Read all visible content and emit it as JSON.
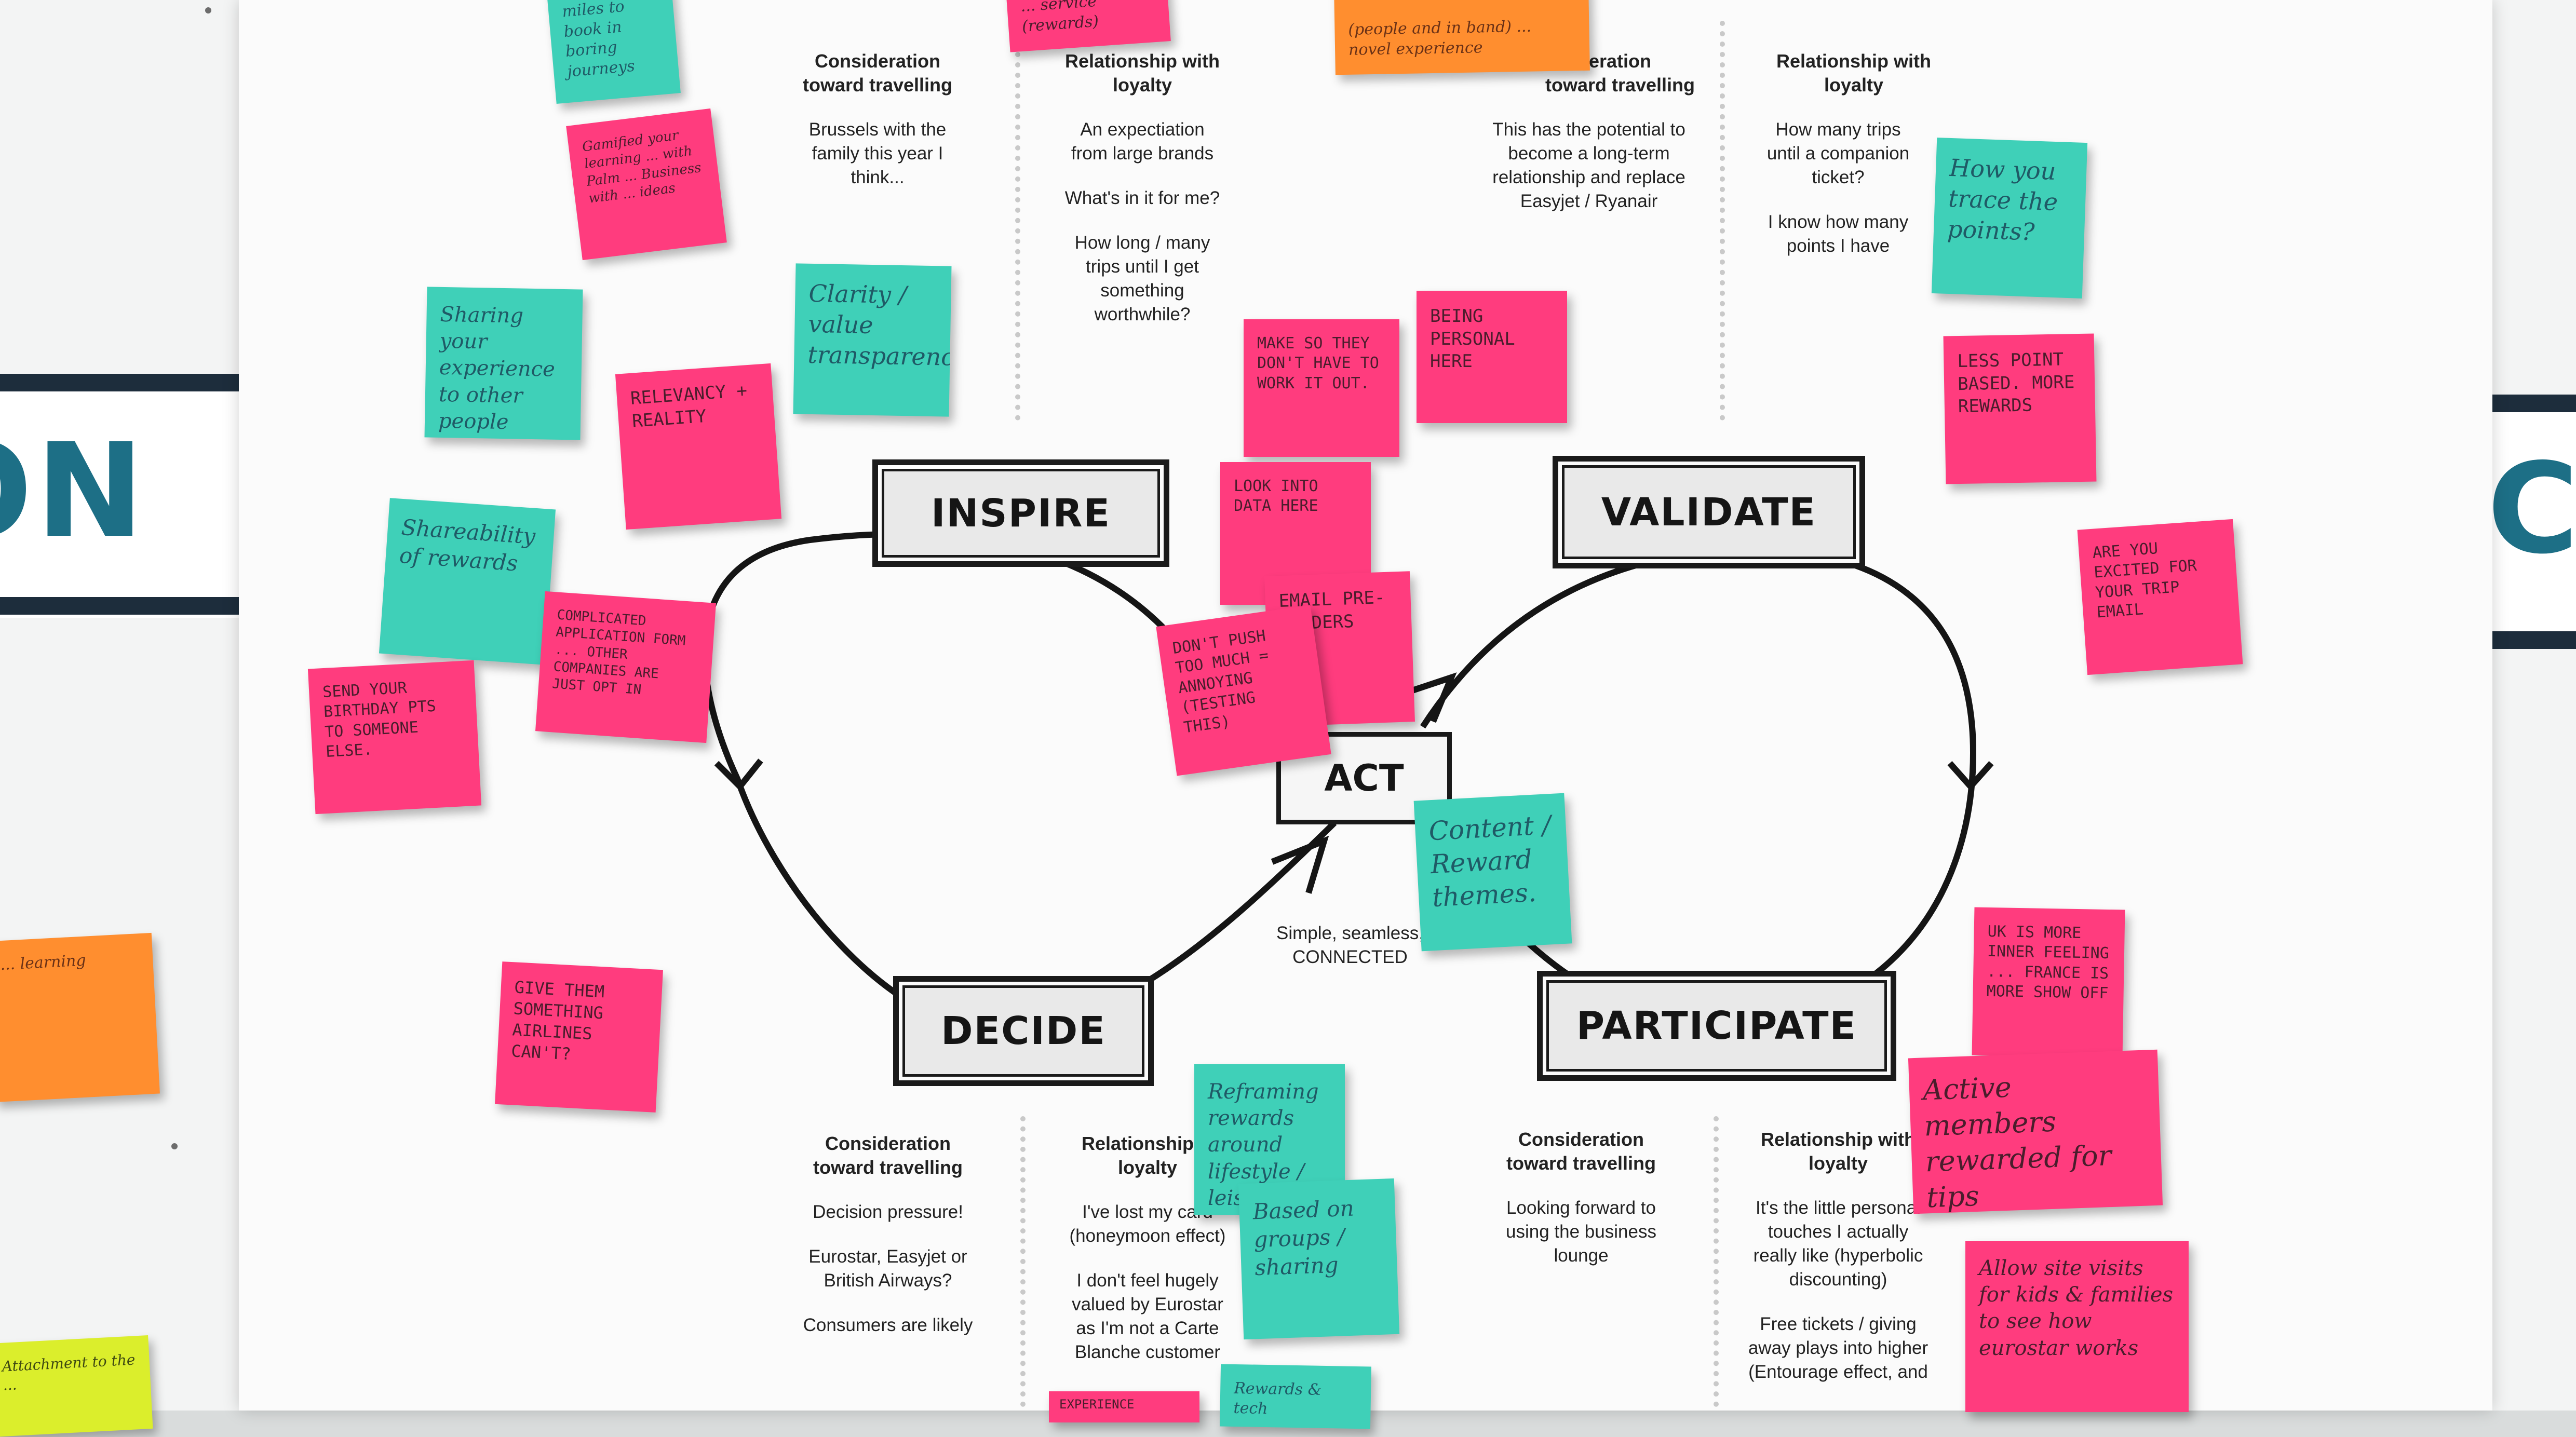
{
  "banners": {
    "left_text": "ON",
    "right_text": "C"
  },
  "stages": {
    "inspire": "INSPIRE",
    "validate": "VALIDATE",
    "decide": "DECIDE",
    "participate": "PARTICIPATE",
    "act": "ACT"
  },
  "center_caption": [
    "Simple, seamless,",
    "CONNECTED"
  ],
  "columns": {
    "top_1": {
      "title": [
        "Consideration",
        "toward travelling"
      ],
      "lines": [
        [
          "Brussels with the",
          "family this year I",
          "think..."
        ]
      ]
    },
    "top_2": {
      "title": [
        "Relationship with",
        "loyalty"
      ],
      "lines": [
        [
          "An expectiation",
          "from large brands"
        ],
        [
          "What's in it for me?"
        ],
        [
          "How long / many",
          "trips until I get",
          "something",
          "worthwhile?"
        ]
      ]
    },
    "top_3": {
      "title": [
        "eration",
        "toward travelling"
      ],
      "lines": [
        [
          "This has the potential to",
          "become a long-term",
          "relationship and replace",
          "Easyjet / Ryanair"
        ]
      ]
    },
    "top_4": {
      "title": [
        "Relationship with",
        "loyalty"
      ],
      "lines": [
        [
          "How many trips",
          "until a companion",
          "ticket?"
        ],
        [
          "I know how many",
          "points I have"
        ]
      ]
    },
    "bottom_1": {
      "title": [
        "Consideration",
        "toward travelling"
      ],
      "lines": [
        [
          "Decision pressure!"
        ],
        [
          "Eurostar, Easyjet or",
          "British Airways?"
        ],
        [
          "Consumers are likely"
        ]
      ]
    },
    "bottom_2": {
      "title": [
        "Relationship w",
        "loyalty"
      ],
      "lines": [
        [
          "I've lost my card",
          "(honeymoon effect)"
        ],
        [
          "I don't feel hugely",
          "valued by Eurostar",
          "as I'm not a Carte",
          "Blanche customer"
        ]
      ]
    },
    "bottom_3": {
      "title": [
        "Consideration",
        "toward travelling"
      ],
      "lines": [
        [
          "Looking forward to",
          "using the business",
          "lounge"
        ]
      ]
    },
    "bottom_4": {
      "title": [
        "Relationship with",
        "loyalty"
      ],
      "lines": [
        [
          "It's the little personal",
          "touches I actually",
          "really like (hyperbolic",
          "discounting)"
        ],
        [
          "Free tickets / giving",
          "away plays into higher",
          "(Entourage effect, and"
        ]
      ]
    }
  },
  "notes": [
    {
      "id": "teal-top-left",
      "color": "teal",
      "text": "Gather miles to book in boring journeys"
    },
    {
      "id": "pink-top-center",
      "color": "pink",
      "text": "... service (rewards)"
    },
    {
      "id": "orange-top",
      "color": "orange",
      "text": "(people and in band) ... novel experience"
    },
    {
      "id": "pink-likes",
      "color": "pink",
      "text": "Gamified your learning ... with Palm ... Business with ... ideas"
    },
    {
      "id": "teal-clarity",
      "color": "teal",
      "text": "Clarity / value transparency"
    },
    {
      "id": "teal-sharing",
      "color": "teal",
      "text": "Sharing your experience to other people"
    },
    {
      "id": "pink-relevancy",
      "color": "pink",
      "text": "RELEVANCY + REALITY"
    },
    {
      "id": "pink-make-so",
      "color": "pink",
      "text": "MAKE SO THEY DON'T HAVE TO WORK IT OUT."
    },
    {
      "id": "pink-being-personal",
      "color": "pink",
      "text": "BEING PERSONAL HERE"
    },
    {
      "id": "teal-how-you",
      "color": "teal",
      "text": "How you trace the points?"
    },
    {
      "id": "pink-less-point",
      "color": "pink",
      "text": "LESS POINT BASED. MORE REWARDS"
    },
    {
      "id": "teal-shareability",
      "color": "teal",
      "text": "Shareability of rewards"
    },
    {
      "id": "pink-complicated",
      "color": "pink",
      "text": "COMPLICATED APPLICATION FORM ... OTHER COMPANIES ARE JUST OPT IN"
    },
    {
      "id": "pink-send-birthday",
      "color": "pink",
      "text": "SEND YOUR BIRTHDAY PTS TO SOMEONE ELSE."
    },
    {
      "id": "pink-look-into",
      "color": "pink",
      "text": "LOOK INTO DATA HERE"
    },
    {
      "id": "pink-email",
      "color": "pink",
      "text": "EMAIL PRE-HEADERS"
    },
    {
      "id": "pink-dont",
      "color": "pink",
      "text": "DON'T PUSH TOO MUCH = ANNOYING (TESTING THIS)"
    },
    {
      "id": "pink-are-you",
      "color": "pink",
      "text": "ARE YOU EXCITED FOR YOUR TRIP EMAIL"
    },
    {
      "id": "teal-content",
      "color": "teal",
      "text": "Content / Reward themes."
    },
    {
      "id": "orange-left",
      "color": "orange",
      "text": "... learning"
    },
    {
      "id": "pink-give-them",
      "color": "pink",
      "text": "GIVE THEM SOMETHING AIRLINES CAN'T?"
    },
    {
      "id": "pink-uk-is",
      "color": "pink",
      "text": "UK IS MORE INNER FEELING ... FRANCE IS MORE SHOW OFF"
    },
    {
      "id": "teal-reframing",
      "color": "teal",
      "text": "Reframing rewards around lifestyle / leisure"
    },
    {
      "id": "pink-active",
      "color": "pink",
      "text": "Active members rewarded for tips"
    },
    {
      "id": "teal-based",
      "color": "teal",
      "text": "Based on groups / sharing"
    },
    {
      "id": "yellow-bottom-left",
      "color": "yellow",
      "text": "Attachment to the ..."
    },
    {
      "id": "pink-allow",
      "color": "pink",
      "text": "Allow site visits for kids & families to see how eurostar works"
    },
    {
      "id": "teal-bottom-center",
      "color": "teal",
      "text": "Rewards & tech"
    },
    {
      "id": "pink-bottom-center",
      "color": "pink",
      "text": "EXPERIENCE"
    }
  ]
}
